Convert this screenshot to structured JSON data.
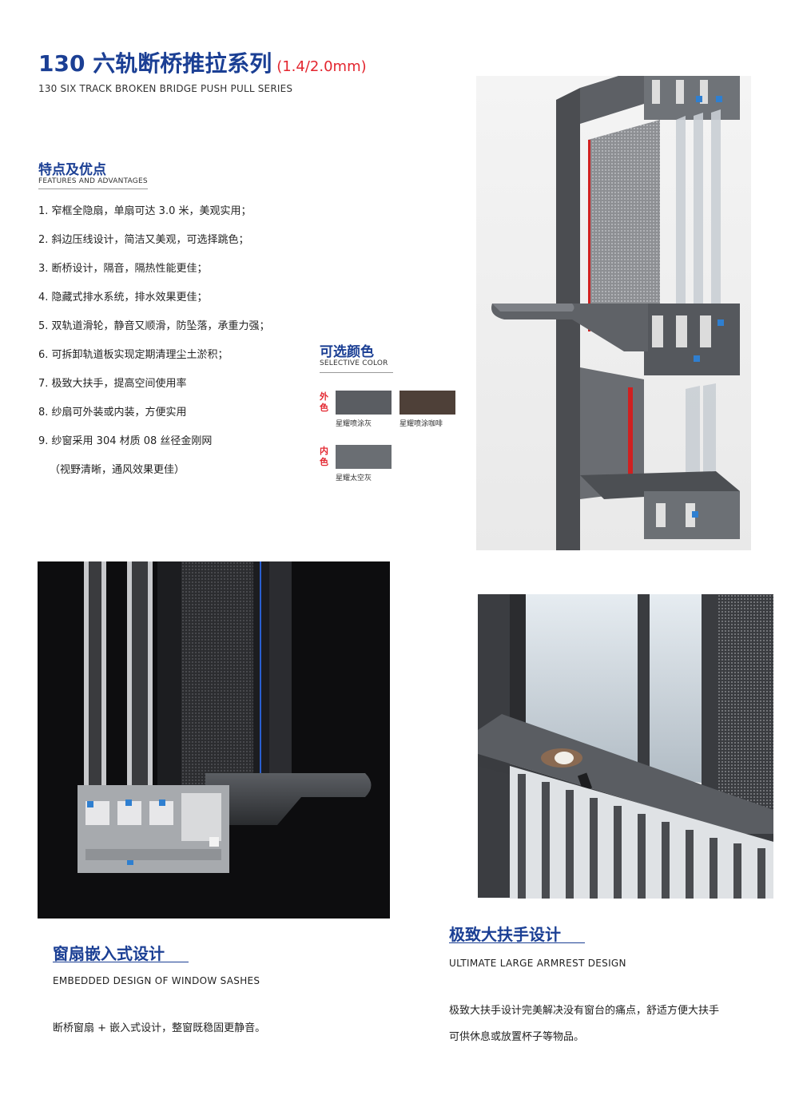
{
  "header": {
    "title_cn": "130 六轨断桥推拉系列",
    "title_spec": "(1.4/2.0mm)",
    "title_en": "130 SIX TRACK BROKEN BRIDGE PUSH PULL SERIES"
  },
  "features": {
    "title_cn": "特点及优点",
    "title_en": "FEATURES AND ADVANTAGES",
    "items": [
      "1. 窄框全隐扇，单扇可达 3.0 米，美观实用；",
      "2. 斜边压线设计，简洁又美观，可选择跳色；",
      "3. 断桥设计，隔音，隔热性能更佳；",
      "4. 隐藏式排水系统，排水效果更佳；",
      "5. 双轨道滑轮，静音又顺滑，防坠落，承重力强；",
      "6. 可拆卸轨道板实现定期清理尘土淤积；",
      "7. 极致大扶手，提高空间使用率",
      "8. 纱扇可外装或内装，方便实用",
      "9. 纱窗采用 304 材质 08 丝径金刚网"
    ],
    "note": "（视野清晰，通风效果更佳）"
  },
  "colors": {
    "title_cn": "可选颜色",
    "title_en": "SELECTIVE COLOR",
    "outer_label": "外色",
    "inner_label": "内色",
    "outer": [
      {
        "name": "星耀喷涂灰",
        "hex": "#5a5d62"
      },
      {
        "name": "星耀喷涂咖啡",
        "hex": "#4e4038"
      }
    ],
    "inner": [
      {
        "name": "星耀太空灰",
        "hex": "#6a6e73"
      }
    ]
  },
  "section_embedded": {
    "title_cn": "窗扇嵌入式设计",
    "title_en": "EMBEDDED DESIGN OF WINDOW SASHES",
    "body": "断桥窗扇 + 嵌入式设计，整窗既稳固更静音。"
  },
  "section_armrest": {
    "title_cn": "极致大扶手设计",
    "title_en": "ULTIMATE LARGE ARMREST DESIGN",
    "body_line1": "极致大扶手设计完美解决没有窗台的痛点，舒适方便大扶手",
    "body_line2": "可供休息或放置杯子等物品。"
  },
  "theme": {
    "brand_blue": "#1b3f94",
    "accent_red": "#e3262f"
  }
}
